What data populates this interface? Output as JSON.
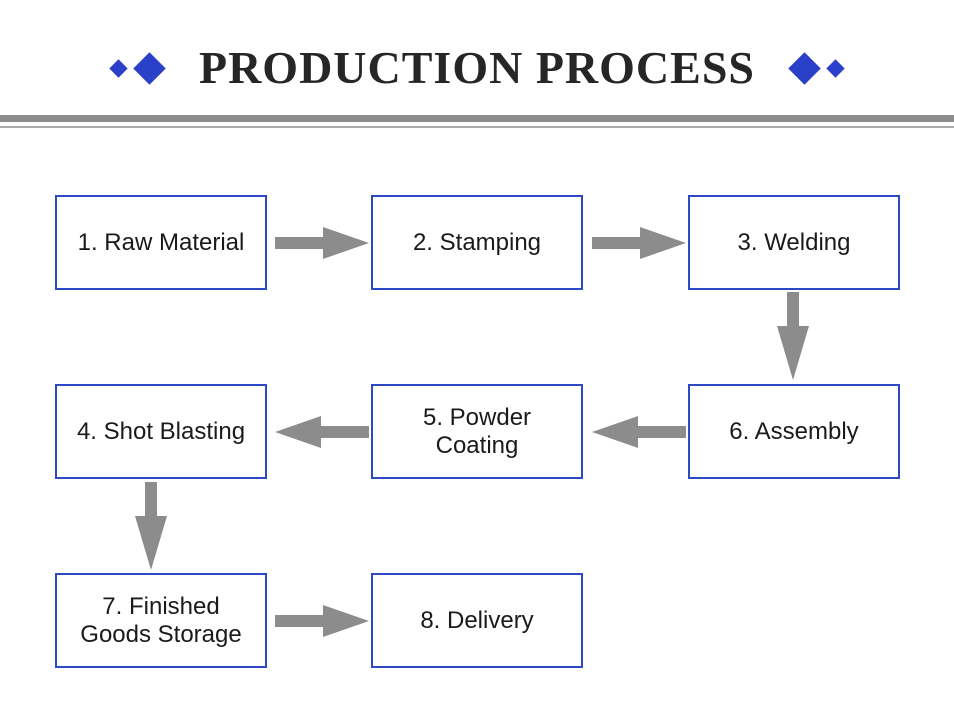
{
  "header": {
    "title": "PRODUCTION PROCESS"
  },
  "colors": {
    "diamond_accent": "#2B40C9",
    "box_border": "#2E49C4",
    "arrow_gray": "#8C8C8C",
    "divider_thick": "#8C8C8C",
    "divider_thin": "#ACACAC",
    "title_text": "#262626",
    "box_text": "#1A1A1A",
    "background": "#FFFFFF"
  },
  "flow": {
    "boxes": [
      {
        "label": "1. Raw Material"
      },
      {
        "label": "2. Stamping"
      },
      {
        "label": "3. Welding"
      },
      {
        "label": "4. Shot Blasting"
      },
      {
        "label": "5. Powder\nCoating"
      },
      {
        "label": "6. Assembly"
      },
      {
        "label": "7. Finished\nGoods Storage"
      },
      {
        "label": "8. Delivery"
      }
    ],
    "arrows": [
      {
        "from": "1. Raw Material",
        "to": "2. Stamping",
        "direction": "right"
      },
      {
        "from": "2. Stamping",
        "to": "3. Welding",
        "direction": "right"
      },
      {
        "from": "3. Welding",
        "to": "6. Assembly",
        "direction": "down"
      },
      {
        "from": "6. Assembly",
        "to": "5. Powder Coating",
        "direction": "left"
      },
      {
        "from": "5. Powder Coating",
        "to": "4. Shot Blasting",
        "direction": "left"
      },
      {
        "from": "4. Shot Blasting",
        "to": "7. Finished Goods Storage",
        "direction": "down"
      },
      {
        "from": "7. Finished Goods Storage",
        "to": "8. Delivery",
        "direction": "right"
      }
    ]
  }
}
